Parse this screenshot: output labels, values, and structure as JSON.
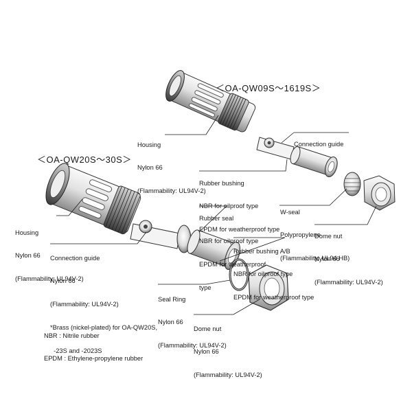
{
  "models": {
    "small": "＜OA-QW09S～1619S＞",
    "large": "＜OA-QW20S～30S＞"
  },
  "small_parts": {
    "housing": [
      "Housing",
      "Nylon 66",
      "(Flammability: UL94V-2)"
    ],
    "connection_guide": [
      "Connection guide"
    ],
    "rubber_bushing": [
      "Rubber bushing",
      "NBR for oilproof type",
      "EPDM for weatherproof type"
    ],
    "w_seal": [
      "W-seal",
      "Polypropylene",
      "(Flammability: UL94 HB)"
    ],
    "dome_nut": [
      "Dome nut",
      "Nylon 66",
      "(Flammability: UL94V-2)"
    ]
  },
  "large_parts": {
    "housing": [
      "Housing",
      "Nylon 66",
      "(Flammability: UL94V-2)"
    ],
    "connection_guide": [
      "Connection guide",
      "Nylon 66",
      "(Flammability: UL94V-2)",
      "*Brass (nickel-plated) for OA-QW20S,",
      "  -23S and -2023S"
    ],
    "rubber_seal": [
      "Rubber seal",
      "NBR for oilproof type",
      "EPDM for weatherproof",
      "type"
    ],
    "rubber_bushing_ab": [
      "Rubber bushing A/B",
      "NBR for oilproof type",
      "EPDM for weatherproof type"
    ],
    "seal_ring": [
      "Seal Ring",
      "Nylon 66",
      "(Flammability: UL94V-2)"
    ],
    "dome_nut": [
      "Dome nut",
      "Nylon 66",
      "(Flammability: UL94V-2)"
    ]
  },
  "legend": [
    "NBR : Nitrile rubber",
    "EPDM : Ethylene-propylene rubber"
  ],
  "colors": {
    "ink": "#1a1a1a",
    "metal_light": "#f2f2f2",
    "metal_mid": "#bdbdbd",
    "metal_dark": "#5a5a5a"
  }
}
